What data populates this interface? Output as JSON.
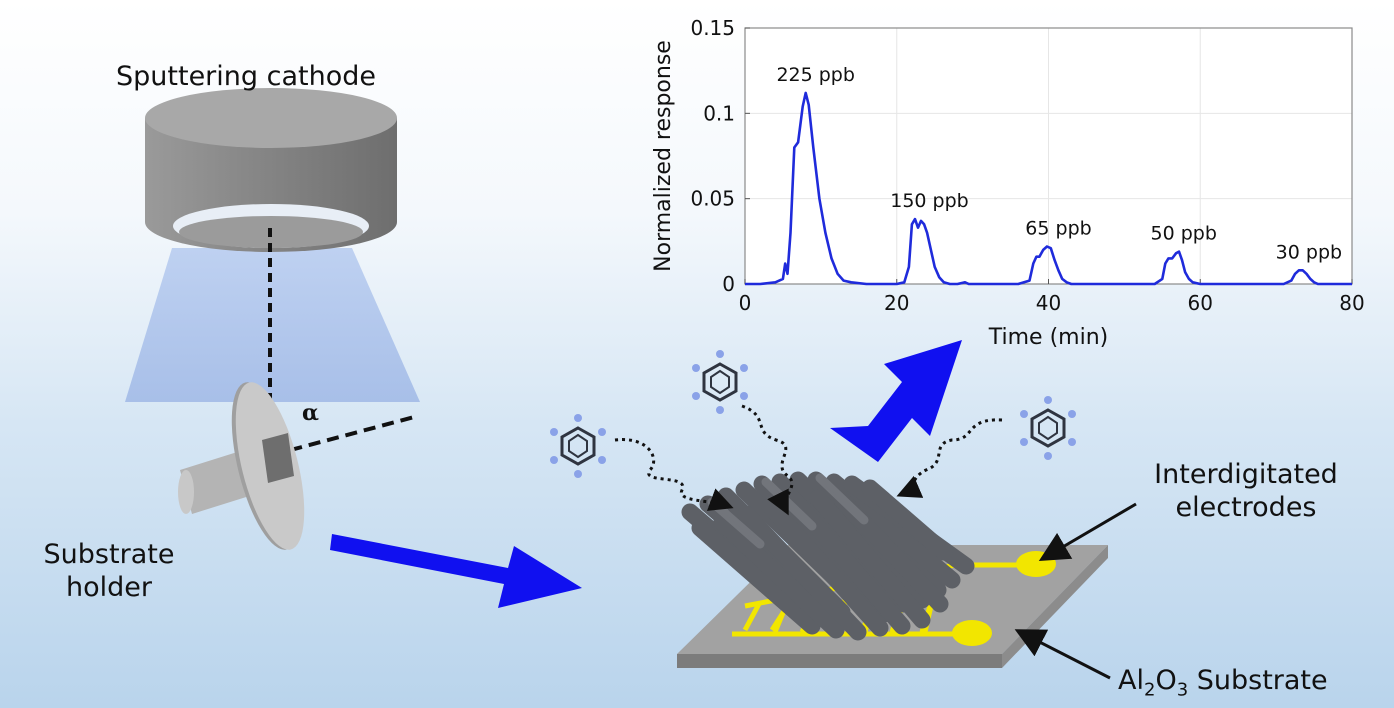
{
  "labels": {
    "cathode": "Sputtering cathode",
    "substrate_holder_line1": "Substrate",
    "substrate_holder_line2": "holder",
    "angle": "α",
    "electrodes_line1": "Interdigitated",
    "electrodes_line2": "electrodes",
    "substrate_prefix": "Al",
    "substrate_sub1": "2",
    "substrate_mid": "O",
    "substrate_sub2": "3",
    "substrate_suffix": " Substrate"
  },
  "colors": {
    "trace": "#1f2bdb",
    "arrow": "#1010f0",
    "electrode": "#f2e600",
    "nanorod": "#5d6066",
    "cathode": "#8a8a8a",
    "plasma": "#a9c4ee"
  },
  "chart_data": {
    "type": "line",
    "xlabel": "Time (min)",
    "ylabel": "Normalized response",
    "xlim": [
      0,
      80
    ],
    "ylim": [
      0,
      0.15
    ],
    "xticks": [
      0,
      20,
      40,
      60,
      80
    ],
    "yticks": [
      0,
      0.05,
      0.1,
      0.15
    ],
    "ytick_labels": [
      "0",
      "0.05",
      "0.1",
      "0.15"
    ],
    "grid": true,
    "series": [
      {
        "x": [
          0,
          2,
          4,
          5,
          5.3,
          5.6,
          6,
          6.5,
          7,
          7.6,
          8,
          8.4,
          9,
          9.8,
          10.6,
          11.4,
          12.2,
          13,
          14,
          16,
          18,
          20,
          21,
          21.6,
          22,
          22.4,
          22.8,
          23.2,
          23.6,
          24,
          24.5,
          25,
          25.6,
          26.2,
          27,
          28,
          29,
          29.5,
          30,
          33,
          36,
          37.5,
          38,
          38.4,
          38.8,
          39.3,
          39.8,
          40.3,
          40.8,
          41.3,
          41.8,
          42.4,
          43,
          44,
          46,
          50,
          54,
          55,
          55.4,
          55.8,
          56.3,
          56.8,
          57.2,
          57.6,
          58,
          58.5,
          59,
          60,
          64,
          68,
          71,
          72,
          72.5,
          73,
          73.5,
          74,
          74.5,
          75,
          75.5,
          76,
          77,
          80
        ],
        "y": [
          0,
          0,
          0.001,
          0.003,
          0.012,
          0.006,
          0.03,
          0.08,
          0.083,
          0.104,
          0.112,
          0.105,
          0.08,
          0.05,
          0.03,
          0.015,
          0.006,
          0.002,
          0.001,
          0,
          0,
          0,
          0.001,
          0.01,
          0.035,
          0.038,
          0.033,
          0.037,
          0.035,
          0.03,
          0.02,
          0.01,
          0.004,
          0.001,
          0,
          0,
          0.001,
          0,
          0,
          0,
          0,
          0.002,
          0.012,
          0.016,
          0.016,
          0.02,
          0.022,
          0.021,
          0.014,
          0.008,
          0.003,
          0.001,
          0,
          0,
          0,
          0,
          0,
          0.003,
          0.012,
          0.015,
          0.015,
          0.018,
          0.019,
          0.014,
          0.007,
          0.003,
          0.001,
          0,
          0,
          0,
          0,
          0.002,
          0.006,
          0.008,
          0.008,
          0.006,
          0.003,
          0.001,
          0,
          0,
          0,
          0
        ]
      }
    ],
    "annotations": [
      {
        "text": "225 ppb",
        "x": 8,
        "y": 0.112
      },
      {
        "text": "150 ppb",
        "x": 23,
        "y": 0.038
      },
      {
        "text": "65 ppb",
        "x": 40,
        "y": 0.022
      },
      {
        "text": "50 ppb",
        "x": 56.5,
        "y": 0.019
      },
      {
        "text": "30 ppb",
        "x": 73,
        "y": 0.008
      }
    ]
  }
}
